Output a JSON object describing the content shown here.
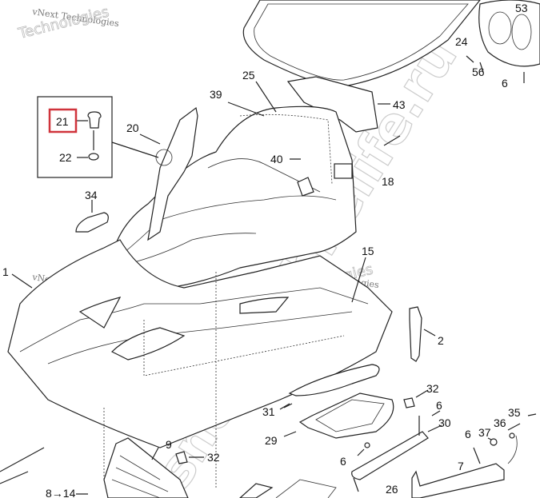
{
  "diagram": {
    "highlight_color": "#d0343c",
    "highlighted_part": "21",
    "callouts": {
      "p53": "53",
      "p24": "24",
      "p56": "56",
      "p6a": "6",
      "p43": "43",
      "p25": "25",
      "p39": "39",
      "p21": "21",
      "p22": "22",
      "p20": "20",
      "p40": "40",
      "p18": "18",
      "p34": "34",
      "p15": "15",
      "p1": "1",
      "p2": "2",
      "p32a": "32",
      "p6b": "6",
      "p31": "31",
      "p30": "30",
      "p29": "29",
      "p9": "9",
      "p32b": "32",
      "p6c": "6",
      "p37": "37",
      "p36": "36",
      "p35": "35",
      "p6d": "6",
      "p7": "7",
      "p8_14": "8→14",
      "p26": "26"
    },
    "watermarks": {
      "brand": "vNext Technologies",
      "brand_outline": "Technologies",
      "site": "snowmobilelife.ru"
    }
  }
}
